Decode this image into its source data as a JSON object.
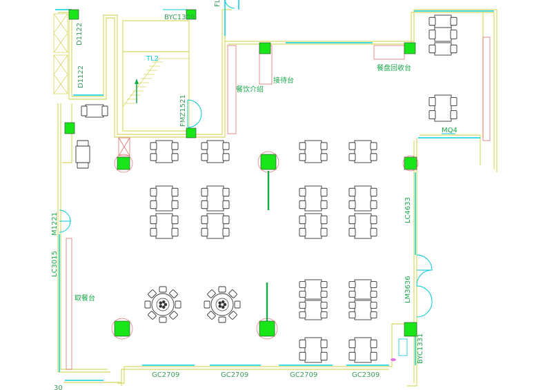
{
  "labels": {
    "window_d1122_upper": "D1122",
    "window_d1122_lower": "D1122",
    "door_byc1309": "BYC1309",
    "stair_tl2": "TL2",
    "door_fmz1521": "FMZ1521",
    "meal_window": "餐饮介绍",
    "reception_desk": "接待台",
    "dish_return": "餐盘回收台",
    "door_mq4": "MQ4",
    "window_lc4633": "LC4633",
    "door_lm3636": "LM3636",
    "door_byc1331": "BYC1331",
    "door_m1221": "M1221",
    "window_lc3015": "LC3015",
    "serving_counter": "取餐台",
    "window_gc2709_a": "GC2709",
    "window_gc2709_b": "GC2709",
    "window_gc2709_c": "GC2709",
    "window_gc2309": "GC2309",
    "door_fl_top": "FL",
    "edge_number": "30"
  },
  "colors": {
    "wall": "#d8d860",
    "wall_inner": "#c8c8c8",
    "glass": "#00d0e0",
    "column": "#19e619",
    "furniture": "#333333",
    "label_cyan": "#00c8d8",
    "label_green": "#1aa84a",
    "accent_red": "#e07070"
  }
}
